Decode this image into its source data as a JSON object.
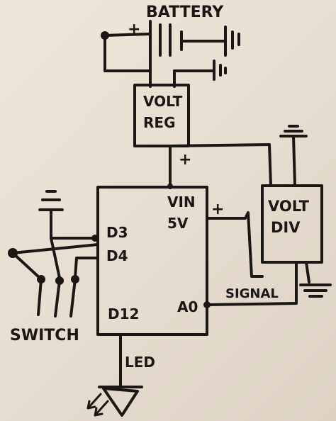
{
  "diagram": {
    "battery_label": "BATTERY",
    "battery_polarity": "+",
    "regulator_label_line1": "VOLT",
    "regulator_label_line2": "REG",
    "regulator_output_polarity": "+",
    "divider_label_line1": "VOLT",
    "divider_label_line2": "DIV",
    "divider_input_polarity": "+",
    "board_pins": {
      "vin": "VIN",
      "v5": "5V",
      "d3": "D3",
      "d4": "D4",
      "d12": "D12",
      "a0": "A0"
    },
    "switch_label": "SWITCH",
    "signal_label": "SIGNAL",
    "led_label": "LED"
  },
  "colors": {
    "ink": "#1b1714",
    "paper": "#e9dfd3"
  }
}
